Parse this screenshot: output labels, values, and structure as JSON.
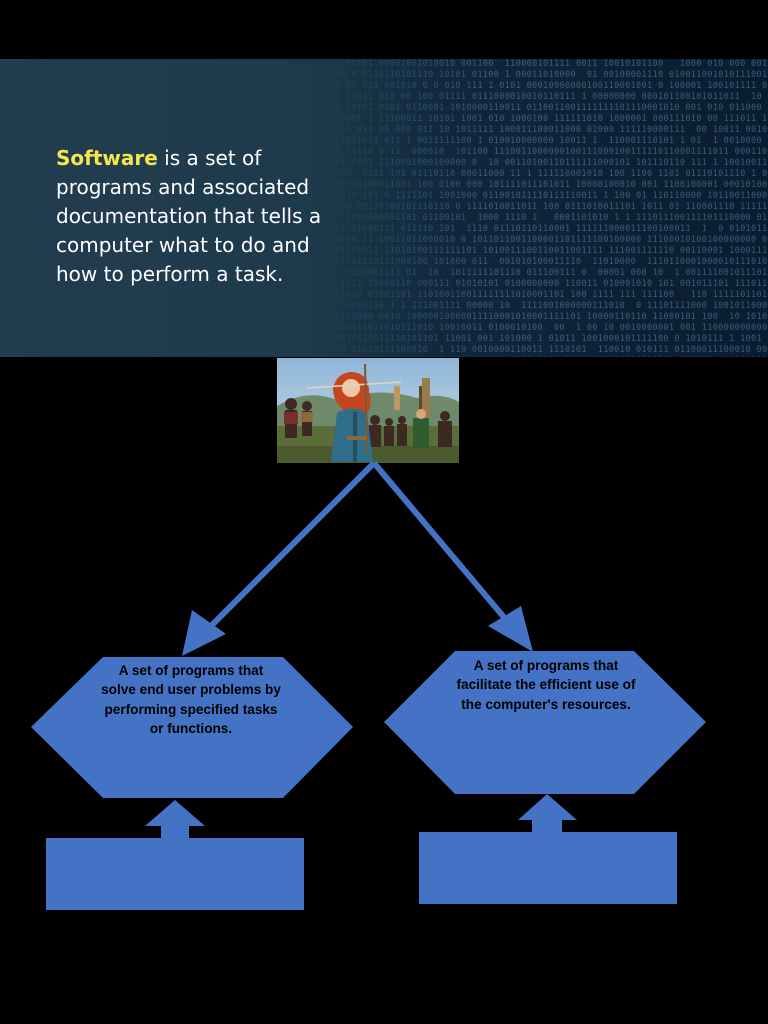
{
  "definition": {
    "term": "Software",
    "text": " is a set of programs and associated documentation that tells a computer what to do and how to perform a task."
  },
  "photo": {
    "description_icon": "archery-scene-image"
  },
  "branches": [
    {
      "text": "A set of programs that solve end user problems by performing specified tasks or functions."
    },
    {
      "text": "A set of programs that facilitate the efficient use of the computer's resources."
    }
  ],
  "colors": {
    "accent": "#4472c4",
    "term": "#f6e84a",
    "banner": "#1d3a4c"
  }
}
